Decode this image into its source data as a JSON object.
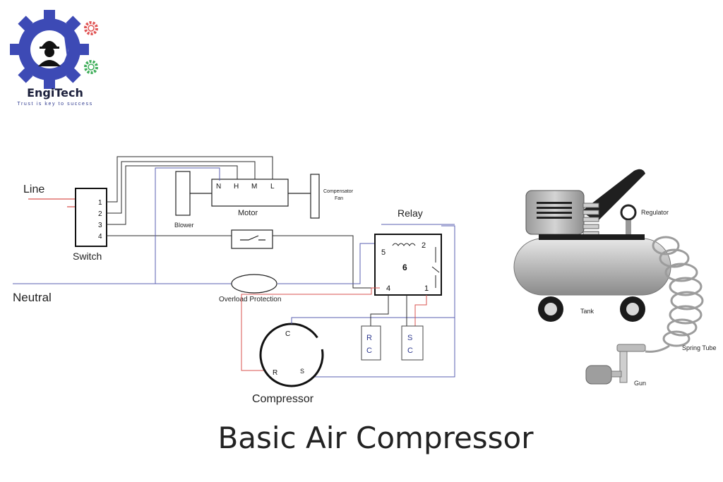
{
  "brand": {
    "name": "EngiTech",
    "tagline": "Trust is key to success"
  },
  "title": "Basic Air Compressor",
  "wiring": {
    "line": "Line",
    "neutral": "Neutral",
    "switch": {
      "label": "Switch",
      "terminals": [
        "1",
        "2",
        "3",
        "4"
      ]
    },
    "motor": {
      "label": "Motor",
      "terminals": [
        "N",
        "H",
        "M",
        "L"
      ]
    },
    "blower": "Blower",
    "compensator_fan": [
      "Compensator",
      "Fan"
    ],
    "relay": {
      "label": "Relay",
      "terminals": [
        "5",
        "2",
        "6",
        "4",
        "1"
      ]
    },
    "overload": "Overload Protection",
    "compressor": {
      "label": "Compressor",
      "terminals": [
        "C",
        "R",
        "S"
      ]
    },
    "run_capacitor": [
      "R",
      "C"
    ],
    "start_capacitor": [
      "S",
      "C"
    ]
  },
  "illustration": {
    "regulator": "Regulator",
    "tank": "Tank",
    "spring_tube": "Spring Tube",
    "gun": "Gun"
  },
  "colors": {
    "wire_black": "#2a2a2a",
    "wire_red": "#d9534f",
    "wire_blue": "#5a5fb0",
    "brand_blue": "#2f3a8f"
  }
}
